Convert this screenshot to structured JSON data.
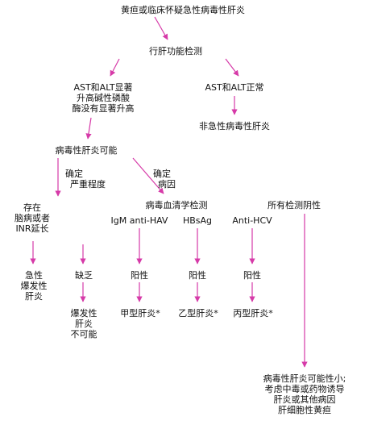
{
  "colors": {
    "arrow": "#d63aa8",
    "text": "#111111",
    "background": "#ffffff"
  },
  "nodes": {
    "top": [
      "黄疸或临床怀疑急性病毒性肝炎"
    ],
    "lft": [
      "行肝功能检测"
    ],
    "ast_high": [
      "AST和ALT显著",
      "升高碱性磷酸",
      "酶没有显著升高"
    ],
    "ast_normal": [
      "AST和ALT正常"
    ],
    "non_acute": [
      "非急性病毒性肝炎"
    ],
    "viral_possible": [
      "病毒性肝炎可能"
    ],
    "confirm_severity": [
      "确定",
      "严重程度"
    ],
    "confirm_cause": [
      "确定",
      "病因"
    ],
    "serology": [
      "病毒血清学检测"
    ],
    "all_negative": [
      "所有检测阴性"
    ],
    "encephalopathy": [
      "存在",
      "脑病或者",
      "INR延长"
    ],
    "igm_hav": [
      "IgM anti-HAV"
    ],
    "hbsag": [
      "HBsAg"
    ],
    "anti_hcv": [
      "Anti-HCV"
    ],
    "fulminant": [
      "急性",
      "爆发性",
      "肝炎"
    ],
    "lack": [
      "缺乏"
    ],
    "positive_a": [
      "阳性"
    ],
    "positive_b": [
      "阳性"
    ],
    "positive_c": [
      "阳性"
    ],
    "fulminant_unlikely": [
      "爆发性",
      "肝炎",
      "不可能"
    ],
    "hep_a": [
      "甲型肝炎*"
    ],
    "hep_b": [
      "乙型肝炎*"
    ],
    "hep_c": [
      "丙型肝炎*"
    ],
    "conclusion": [
      "病毒性肝炎可能性小;",
      "考虑中毒或药物诱导",
      "肝炎或其他病因",
      "肝细胞性黄疸"
    ]
  }
}
